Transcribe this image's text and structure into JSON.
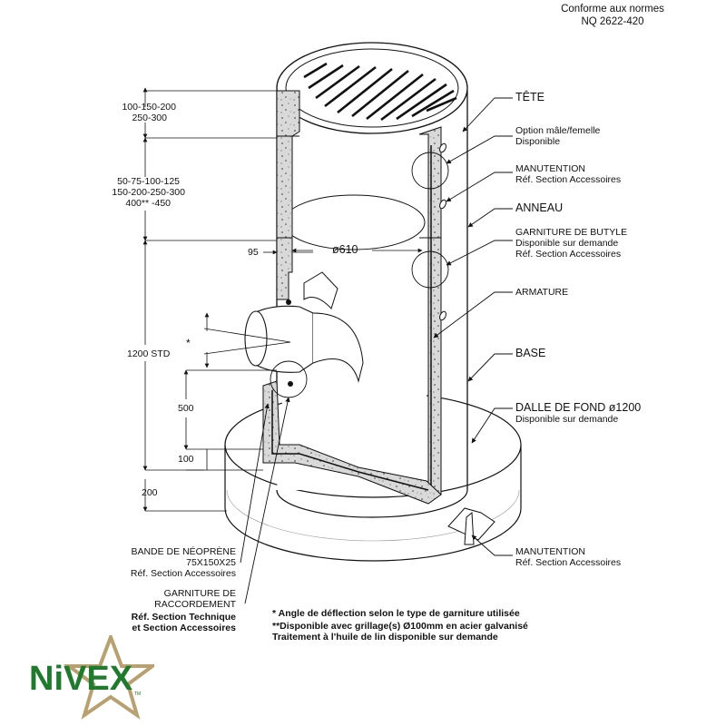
{
  "header": {
    "conformity_line1": "Conforme aux normes",
    "conformity_line2": "NQ 2622-420"
  },
  "dimensions": {
    "tete_heights_line1": "100-150-200",
    "tete_heights_line2": "250-300",
    "anneau_heights_line1": "50-75-100-125",
    "anneau_heights_line2": "150-200-250-300",
    "anneau_heights_line3": "400** -450",
    "wall": "95",
    "diameter": "ø610",
    "deflection_mark": "*",
    "height_std": "1200 STD",
    "inlet_height": "500",
    "base_thickness": "100",
    "slab_thickness": "200"
  },
  "callouts": {
    "tete": "TÊTE",
    "option_line1": "Option mâle/femelle",
    "option_line2": "Disponible",
    "manutention_top": "MANUTENTION",
    "manutention_top_ref": "Réf. Section Accessoires",
    "anneau": "ANNEAU",
    "butyle_line1": "GARNITURE DE BUTYLE",
    "butyle_line2": "Disponible sur demande",
    "butyle_line3": "Réf. Section Accessoires",
    "armature": "ARMATURE",
    "base": "BASE",
    "dalle_line1": "DALLE DE FOND ø1200",
    "dalle_line2": "Disponible sur demande",
    "manutention_bottom": "MANUTENTION",
    "manutention_bottom_ref": "Réf. Section Accessoires",
    "neoprene_line1": "BANDE DE NÉOPRÈNE",
    "neoprene_line2": "75X150X25",
    "neoprene_line3": "Réf. Section Accessoires",
    "raccord_line1": "GARNITURE DE",
    "raccord_line2": "RACCORDEMENT",
    "raccord_line3": "Réf. Section Technique",
    "raccord_line4": "et Section Accessoires"
  },
  "notes": {
    "note1": "* Angle de déflection selon le type de garniture utilisée",
    "note2": "**Disponible avec grillage(s) Ø100mm en acier galvanisé",
    "note3": "Traitement à l'huile de lin disponible sur demande"
  },
  "logo": {
    "text": "NiVEX",
    "mark": "TM",
    "text_color": "#1f7a2e",
    "star_color": "#b8a070"
  }
}
